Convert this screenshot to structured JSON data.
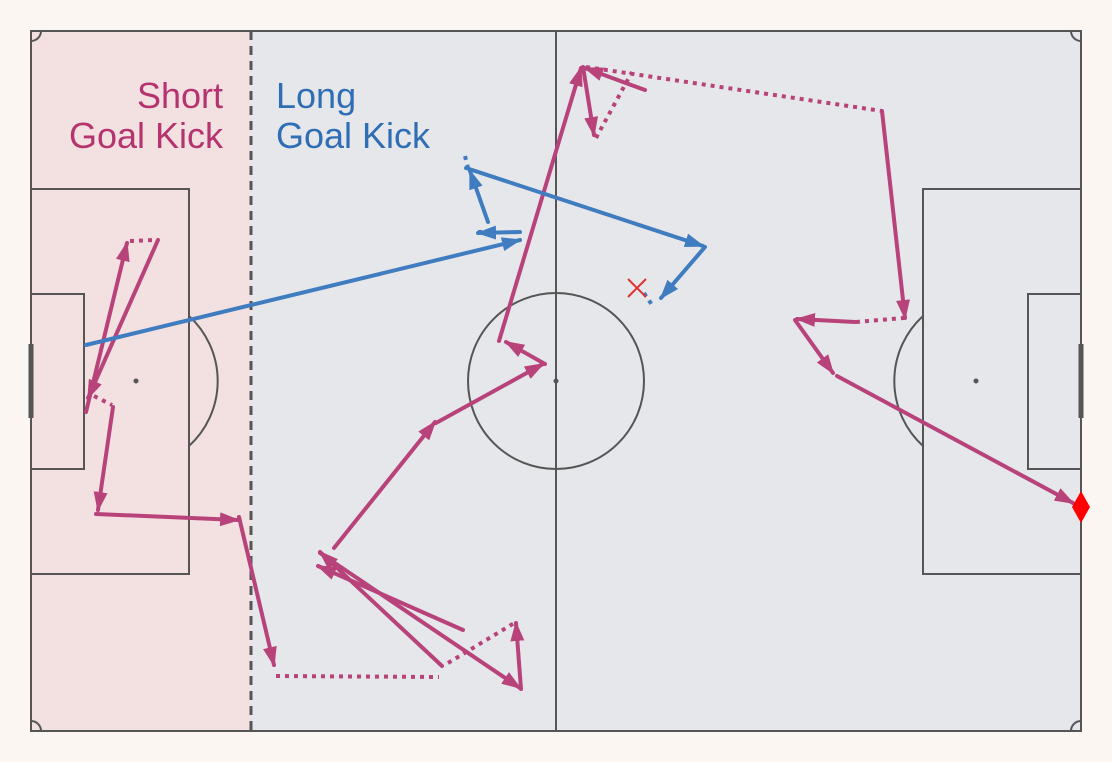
{
  "labels": {
    "short_line1": "Short",
    "short_line2": "Goal Kick",
    "long_line1": "Long",
    "long_line2": "Goal Kick"
  },
  "colors": {
    "background": "#fbf6f1",
    "pitch": "#e6e7ea",
    "short_zone": "#f3e1e2",
    "lines": "#555555",
    "short_sequence": "#b8437a",
    "short_label": "#b5336e",
    "long_sequence": "#3f7cc0",
    "long_label": "#2f6db5",
    "goal_marker": "#ff0000",
    "lost_marker": "#e03030"
  },
  "markers": {
    "goal": "red-diamond",
    "lost_ball": "red-cross"
  }
}
